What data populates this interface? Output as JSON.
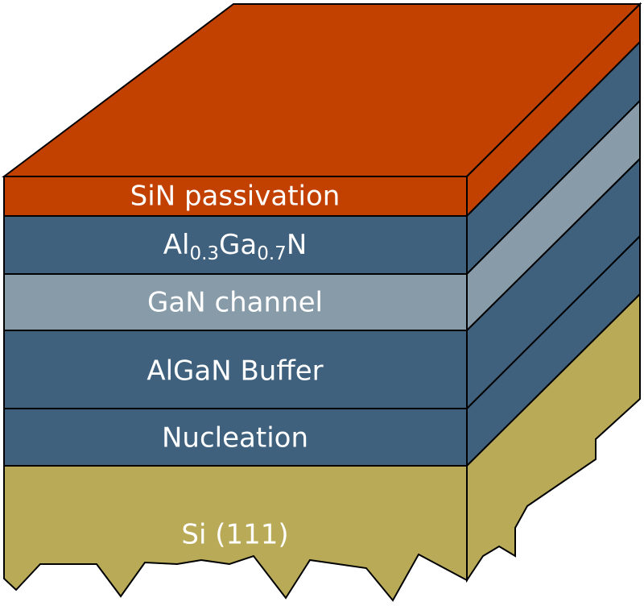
{
  "layers": [
    {
      "id": "sin",
      "label": "SiN passivation",
      "color": "#c24000",
      "side_color": "#c24000"
    },
    {
      "id": "algan",
      "label_parts": [
        "Al",
        "0.3",
        "Ga",
        "0.7",
        "N"
      ],
      "color": "#3f617d",
      "side_color": "#3f617d"
    },
    {
      "id": "gan-channel",
      "label": "GaN channel",
      "color": "#879ba9",
      "side_color": "#879ba9"
    },
    {
      "id": "algan-buffer",
      "label": "AlGaN Buffer",
      "color": "#3f617d",
      "side_color": "#3f617d"
    },
    {
      "id": "nucleation",
      "label": "Nucleation",
      "color": "#3f617d",
      "side_color": "#3f617d"
    },
    {
      "id": "substrate",
      "label": "Si (111)",
      "color": "#b9aa58",
      "side_color": "#b9aa58"
    }
  ],
  "top_color": "#c24000"
}
